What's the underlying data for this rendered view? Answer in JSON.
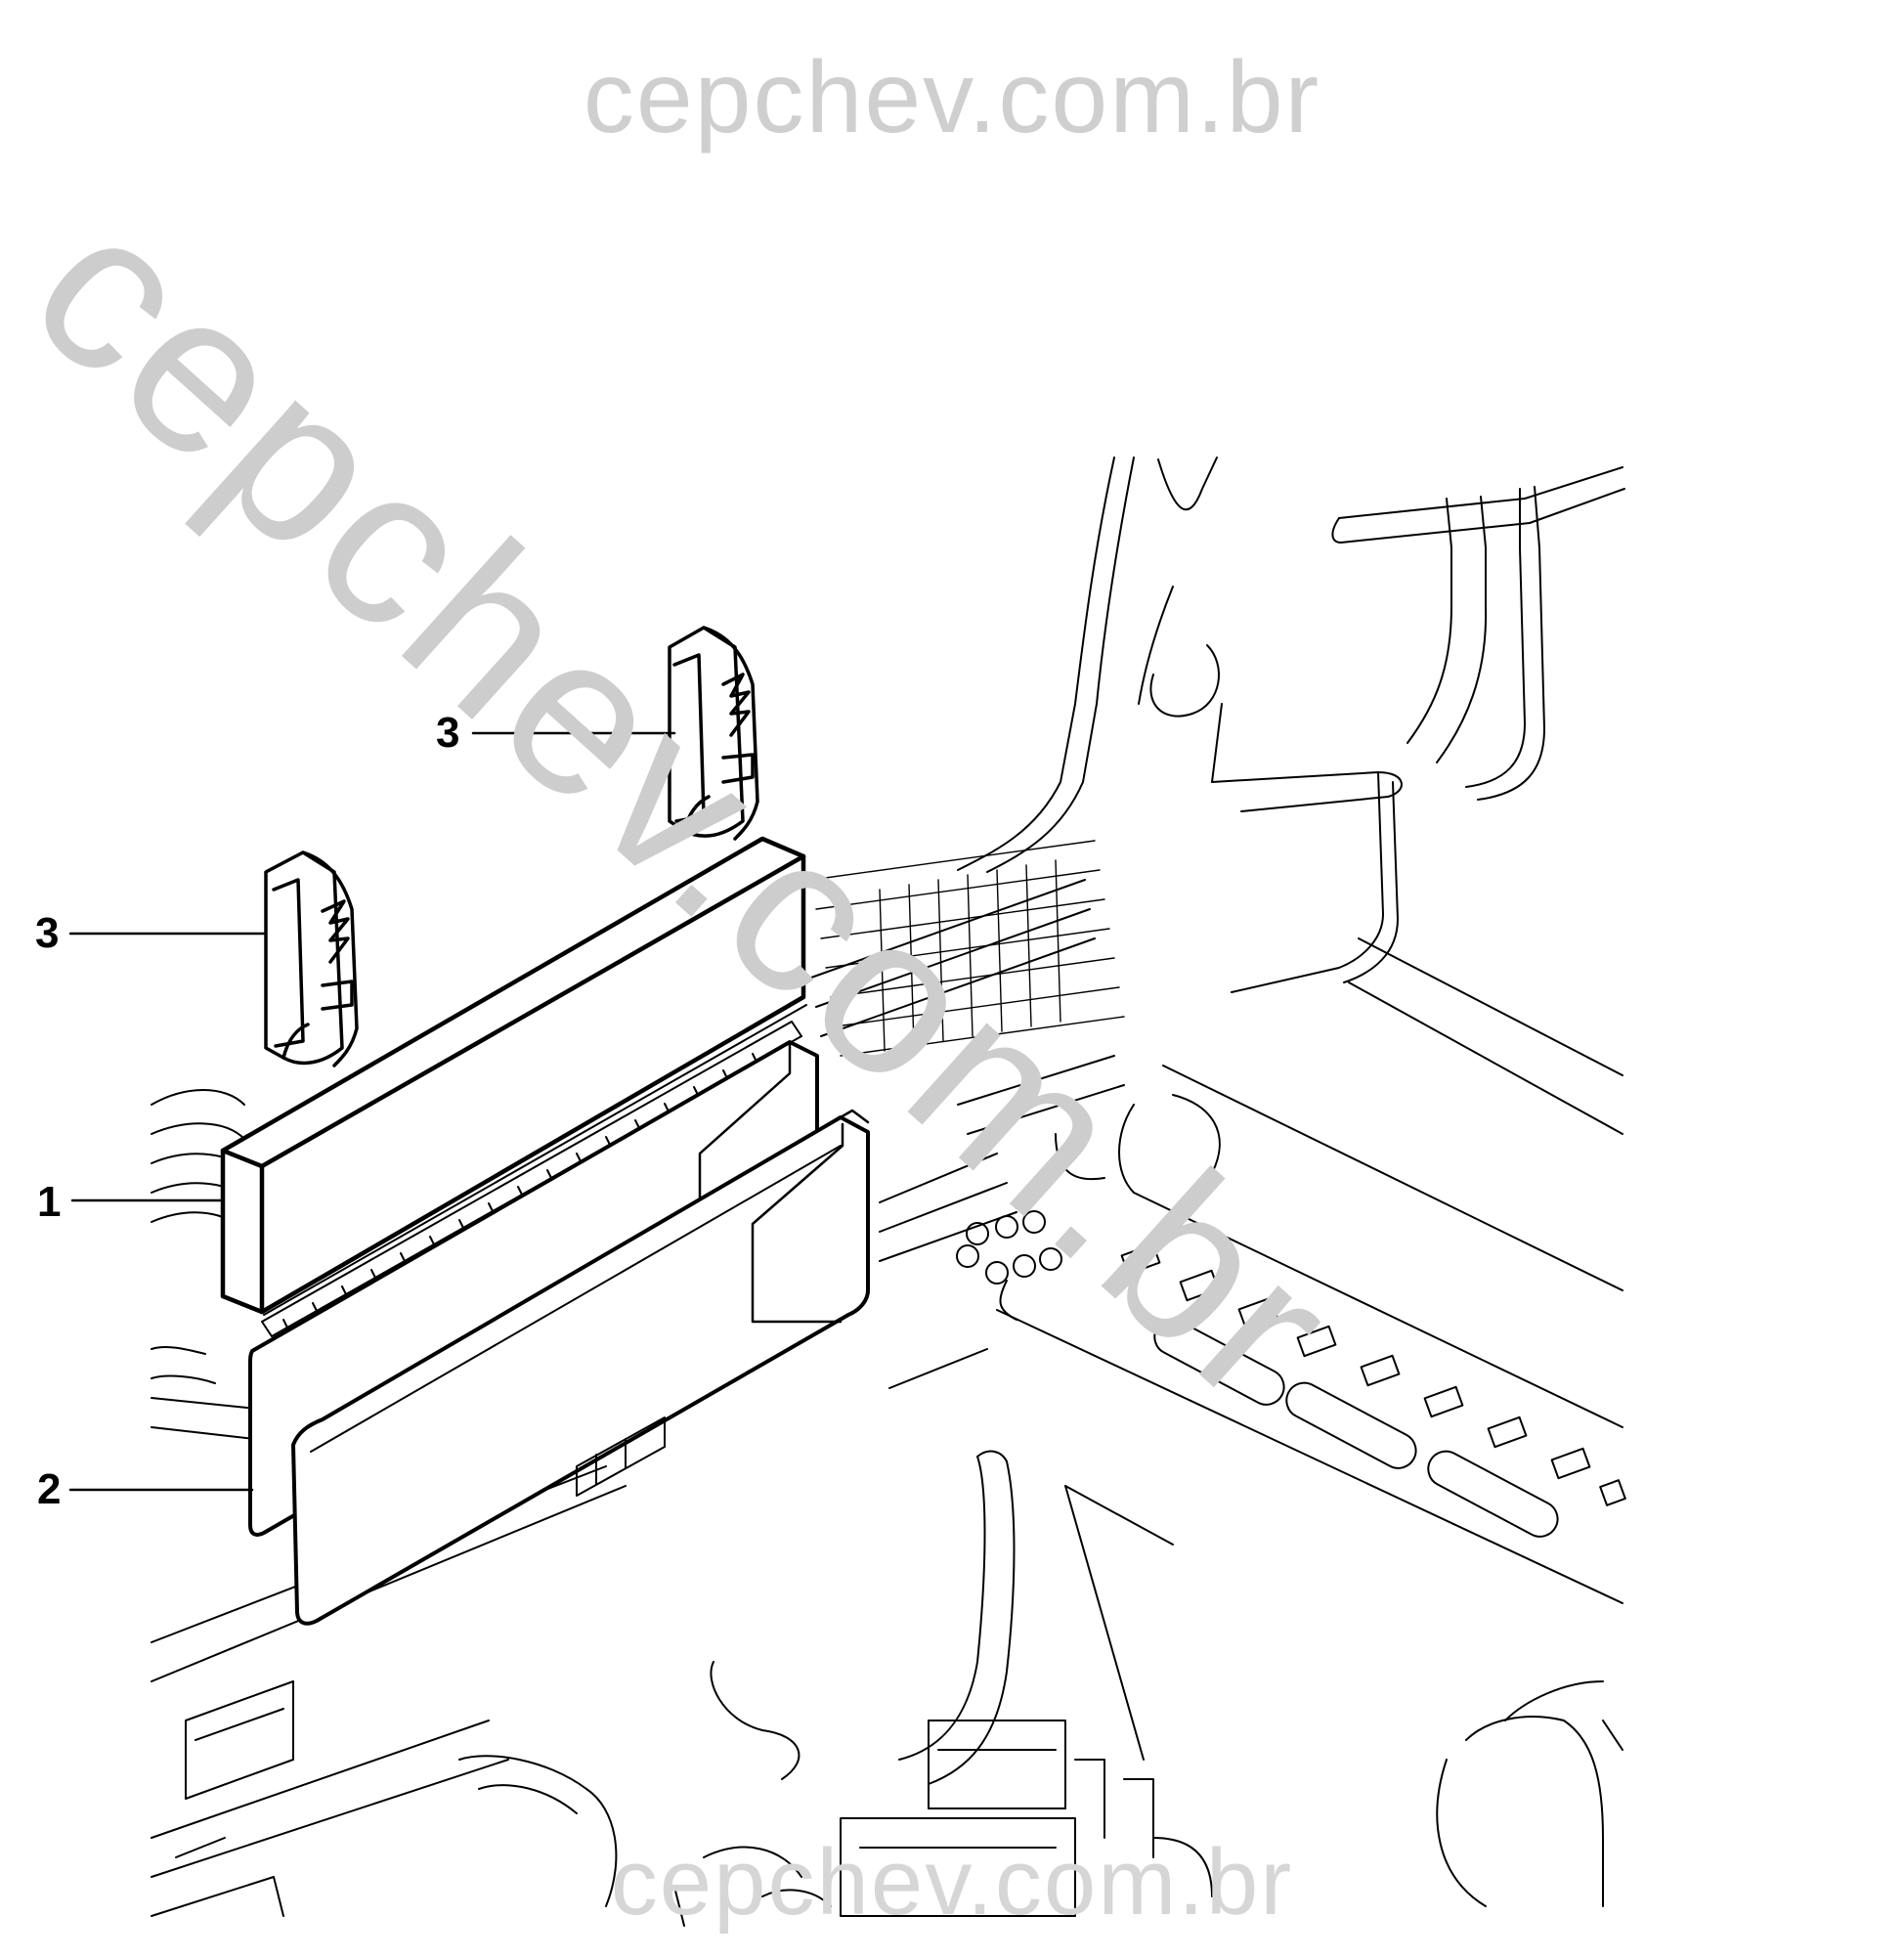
{
  "watermark": {
    "top": "cepchev.com.br",
    "diagonal": "cepchev.com.br",
    "bottom": "cepchev.com.br"
  },
  "callouts": [
    {
      "id": "c1",
      "label": "1"
    },
    {
      "id": "c2",
      "label": "2"
    },
    {
      "id": "c3a",
      "label": "3"
    },
    {
      "id": "c3b",
      "label": "3"
    }
  ],
  "colors": {
    "line": "#000000",
    "watermark": "#cfcfcf",
    "background": "#ffffff"
  }
}
